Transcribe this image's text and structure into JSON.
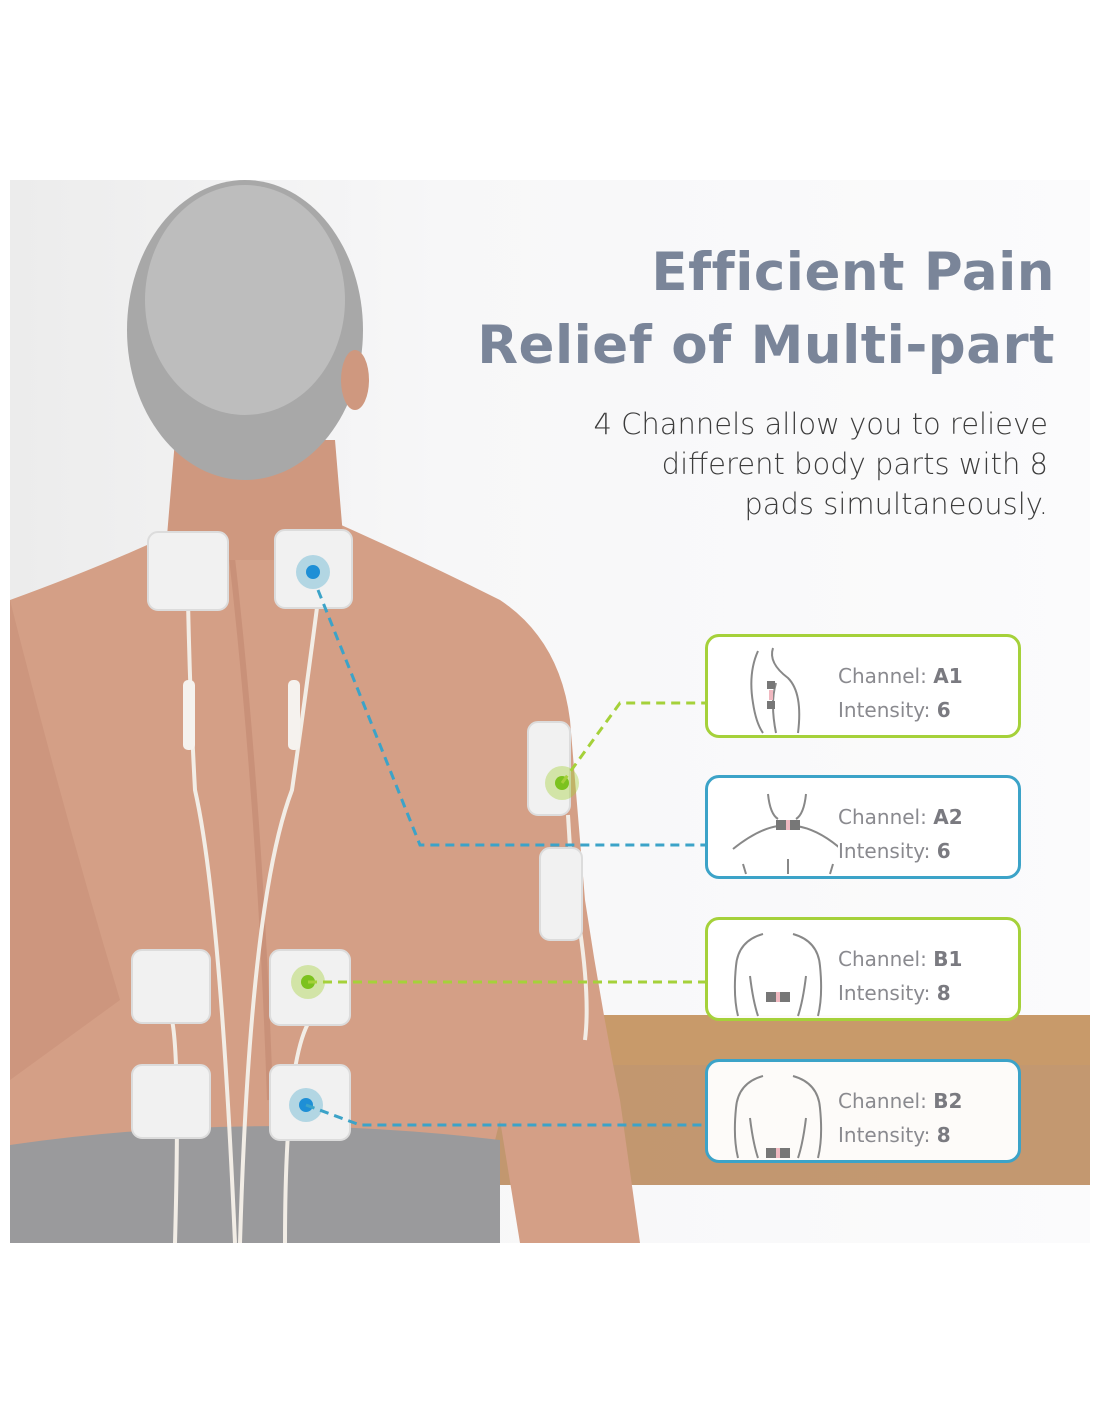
{
  "headline": {
    "line1": "Efficient Pain",
    "line2": "Relief of Multi-part"
  },
  "subtitle": {
    "line1": "4 Channels allow you to relieve",
    "line2": "different body parts with 8",
    "line3": "pads simultaneously."
  },
  "channels": [
    {
      "label": "Channel:",
      "channel": "A1",
      "intensity_label": "Intensity:",
      "intensity": "6",
      "color": "#a5d13a",
      "icon": "arm-outline-icon"
    },
    {
      "label": "Channel:",
      "channel": "A2",
      "intensity_label": "Intensity:",
      "intensity": "6",
      "color": "#3ca3c8",
      "icon": "neck-outline-icon"
    },
    {
      "label": "Channel:",
      "channel": "B1",
      "intensity_label": "Intensity:",
      "intensity": "8",
      "color": "#a5d13a",
      "icon": "back-outline-icon"
    },
    {
      "label": "Channel:",
      "channel": "B2",
      "intensity_label": "Intensity:",
      "intensity": "8",
      "color": "#3ca3c8",
      "icon": "lower-back-outline-icon"
    }
  ],
  "colors": {
    "green": "#a5d13a",
    "blue": "#3ca3c8",
    "headline": "#7a8599"
  }
}
